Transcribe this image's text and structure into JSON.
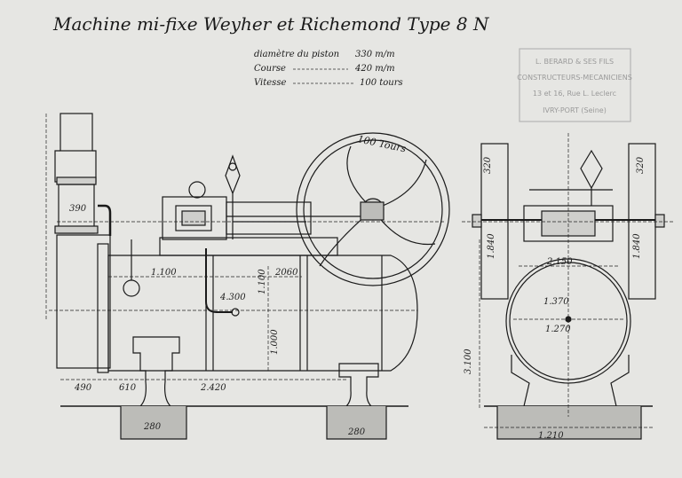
{
  "title": "Machine mi-fixe Weyher et Richemond Type 8 N",
  "specs": [
    {
      "label": "diamètre du piston",
      "value": "330 m/m"
    },
    {
      "label": "Course",
      "value": "420 m/m"
    },
    {
      "label": "Vitesse",
      "value": "100 tours"
    }
  ],
  "stamp": {
    "line1": "L. BERARD & SES FILS",
    "line2": "CONSTRUCTEURS-MECANICIENS",
    "line3": "13 et 16, Rue L. Leclerc",
    "line4": "IVRY-PORT (Seine)"
  },
  "flywheel_label": "100 Tours",
  "side_dims": {
    "d390": "390",
    "d1100": "1.100",
    "d1100v": "1.100",
    "d2060": "2060",
    "d4300": "4.300",
    "d1000": "1.000",
    "d490": "490",
    "d610": "610",
    "d2420": "2.420",
    "d280a": "280",
    "d280b": "280"
  },
  "front_dims": {
    "d320a": "320",
    "d320b": "320",
    "d1840a": "1.840",
    "d1840b": "1.840",
    "d2150": "2.150",
    "d1370": "1.370",
    "d1270": "1.270",
    "d3100": "3.100",
    "d1210": "1.210"
  }
}
